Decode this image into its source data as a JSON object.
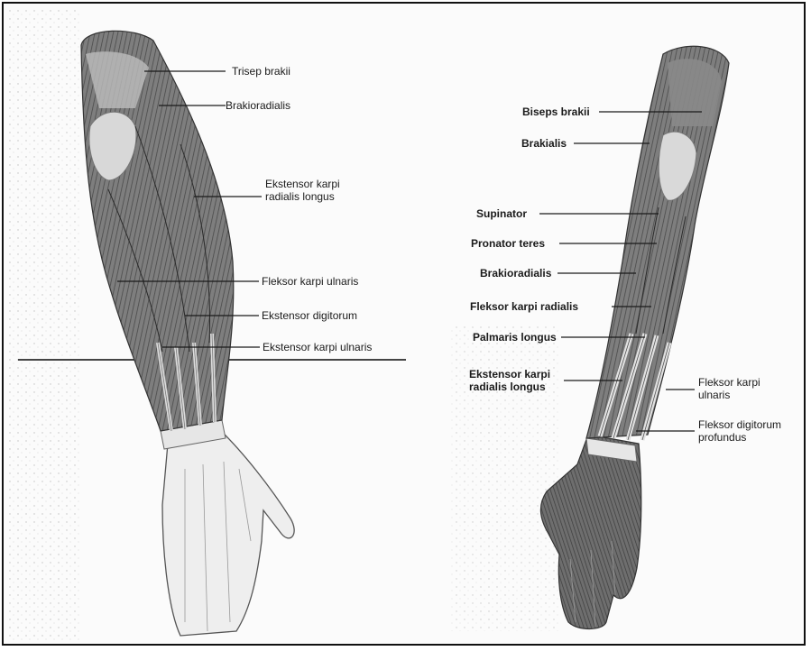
{
  "colors": {
    "border": "#111111",
    "background": "#fbfbfb",
    "muscle_dark": "#5a5a5a",
    "muscle_mid": "#8c8c8c",
    "skin": "#ededed",
    "line": "#1a1a1a"
  },
  "left_figure": {
    "labels": {
      "triceps": "Trisep brakii",
      "brachioradialis": "Brakioradialis",
      "ext_carpi_rad_longus_1": "Ekstensor karpi",
      "ext_carpi_rad_longus_2": "radialis longus",
      "flexor_carpi_ulnaris": "Fleksor karpi ulnaris",
      "extensor_digitorum": "Ekstensor digitorum",
      "extensor_carpi_ulnaris": "Ekstensor karpi ulnaris"
    }
  },
  "right_figure": {
    "labels": {
      "biceps": "Biseps brakii",
      "brachialis": "Brakialis",
      "supinator": "Supinator",
      "pronator_teres": "Pronator teres",
      "brachioradialis": "Brakioradialis",
      "flexor_carpi_radialis": "Fleksor karpi radialis",
      "palmaris_longus": "Palmaris longus",
      "ext_carpi_rad_longus_1": "Ekstensor karpi",
      "ext_carpi_rad_longus_2": "radialis longus",
      "flexor_carpi_ulnaris_1": "Fleksor karpi",
      "flexor_carpi_ulnaris_2": "ulnaris",
      "flexor_digitorum_1": "Fleksor digitorum",
      "flexor_digitorum_2": "profundus"
    }
  }
}
